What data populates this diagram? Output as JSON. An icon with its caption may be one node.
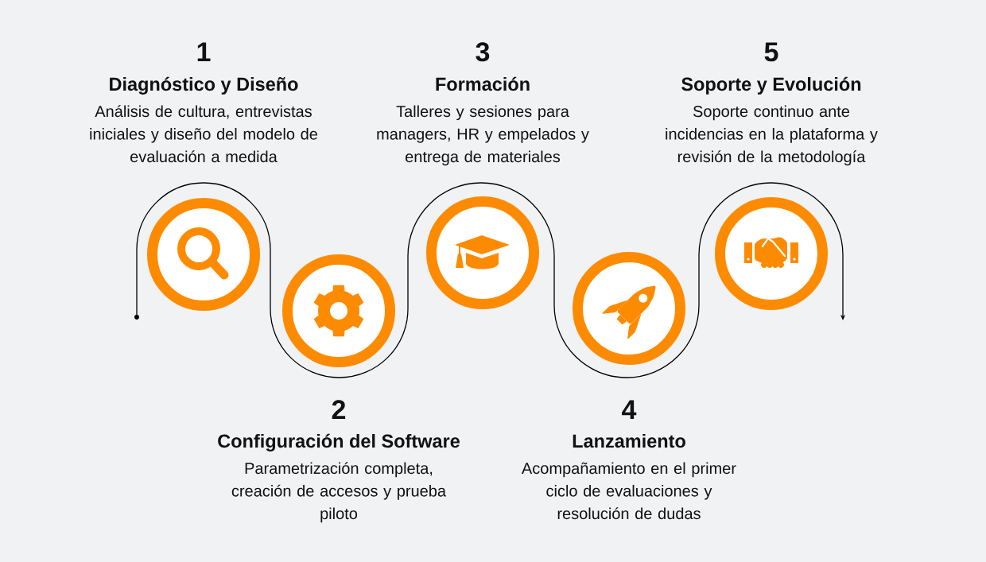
{
  "diagram": {
    "nodes": [
      {
        "text": [],
        "shape": "circle",
        "beside": [
          "1",
          "Diagnóstico y Diseño",
          "Análisis de cultura, entrevistas iniciales y diseño del modelo de evaluación a medida"
        ]
      },
      {
        "text": [],
        "shape": "circle",
        "beside": [
          "2",
          "Configuración del Software",
          "Parametrización completa, creación de accesos y prueba piloto"
        ]
      },
      {
        "text": [],
        "shape": "circle",
        "beside": [
          "3",
          "Formación",
          "Talleres y sesiones para managers, HR y empelados y entrega de materiales"
        ]
      },
      {
        "text": [],
        "shape": "circle",
        "beside": [
          "4",
          "Lanzamiento",
          "Acompañamiento en el primer ciclo de evaluaciones y resolución de dudas"
        ]
      },
      {
        "text": [],
        "shape": "circle",
        "beside": [
          "5",
          "Soporte y Evolución",
          "Soporte continuo ante incidencias en la plataforma y revisión de la metodología"
        ]
      }
    ]
  }
}
